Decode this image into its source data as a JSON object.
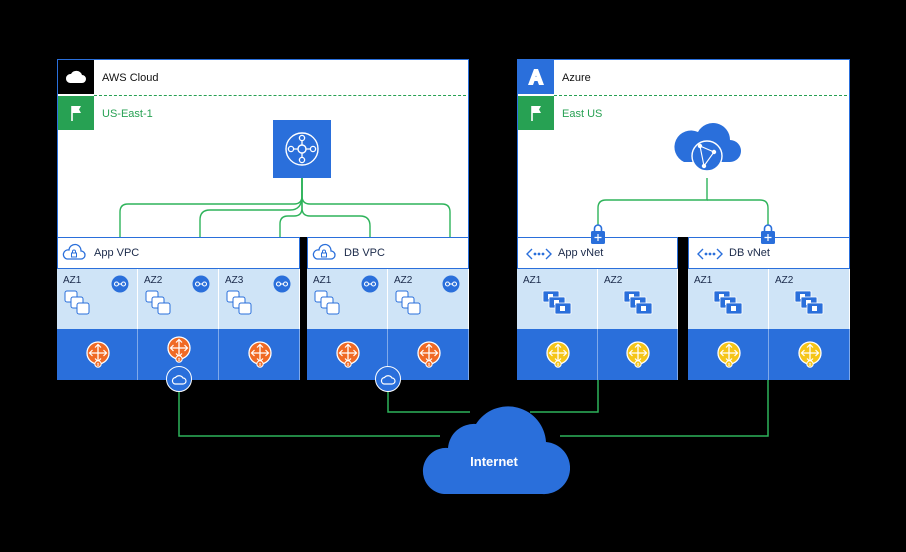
{
  "aws": {
    "title": "AWS Cloud",
    "region": "US-East-1",
    "vpcs": [
      {
        "label": "App VPC",
        "azs": [
          "AZ1",
          "AZ2",
          "AZ3"
        ]
      },
      {
        "label": "DB VPC",
        "azs": [
          "AZ1",
          "AZ2"
        ]
      }
    ]
  },
  "azure": {
    "title": "Azure",
    "region": "East US",
    "vnets": [
      {
        "label": "App vNet",
        "azs": [
          "AZ1",
          "AZ2"
        ]
      },
      {
        "label": "DB vNet",
        "azs": [
          "AZ1",
          "AZ2"
        ]
      }
    ]
  },
  "internet": {
    "label": "Internet"
  },
  "colors": {
    "blue": "#2a6fdb",
    "light_blue": "#cfe4f7",
    "green": "#27a153",
    "orange": "#f06a25",
    "yellow": "#f5c518",
    "line_green": "#2eb35a"
  }
}
